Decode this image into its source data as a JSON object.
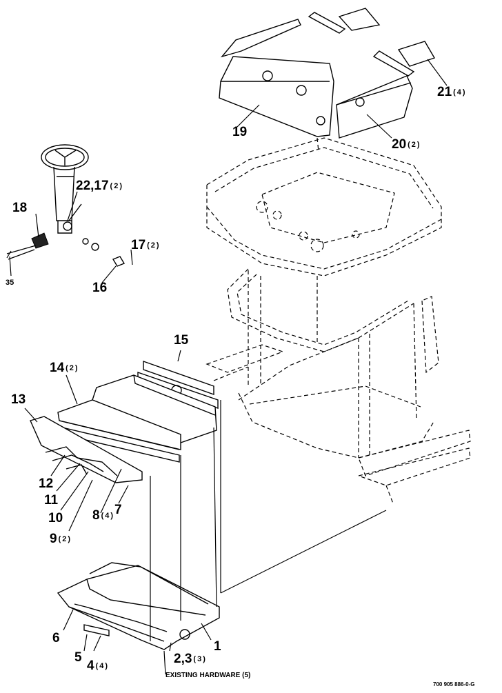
{
  "callouts": {
    "c1": {
      "num": "1",
      "qty": ""
    },
    "c23": {
      "num": "2,3",
      "qty": "(3)"
    },
    "c4": {
      "num": "4",
      "qty": "(4)"
    },
    "c5": {
      "num": "5",
      "qty": ""
    },
    "c6": {
      "num": "6",
      "qty": ""
    },
    "c7": {
      "num": "7",
      "qty": ""
    },
    "c8": {
      "num": "8",
      "qty": "(4)"
    },
    "c9": {
      "num": "9",
      "qty": "(2)"
    },
    "c10": {
      "num": "10",
      "qty": ""
    },
    "c11": {
      "num": "11",
      "qty": ""
    },
    "c12": {
      "num": "12",
      "qty": ""
    },
    "c13": {
      "num": "13",
      "qty": ""
    },
    "c14": {
      "num": "14",
      "qty": "(2)"
    },
    "c15": {
      "num": "15",
      "qty": ""
    },
    "c16": {
      "num": "16",
      "qty": ""
    },
    "c17": {
      "num": "17",
      "qty": "(2)"
    },
    "c18": {
      "num": "18",
      "qty": ""
    },
    "c19": {
      "num": "19",
      "qty": ""
    },
    "c20": {
      "num": "20",
      "qty": "(2)"
    },
    "c21": {
      "num": "21",
      "qty": "(4)"
    },
    "c2217": {
      "num": "22,17",
      "qty": "(2)"
    },
    "c35": {
      "num": "35",
      "qty": ""
    }
  },
  "existing_hardware": "EXISTING HARDWARE (5)",
  "drawing_number": "700 905 886-0-G"
}
